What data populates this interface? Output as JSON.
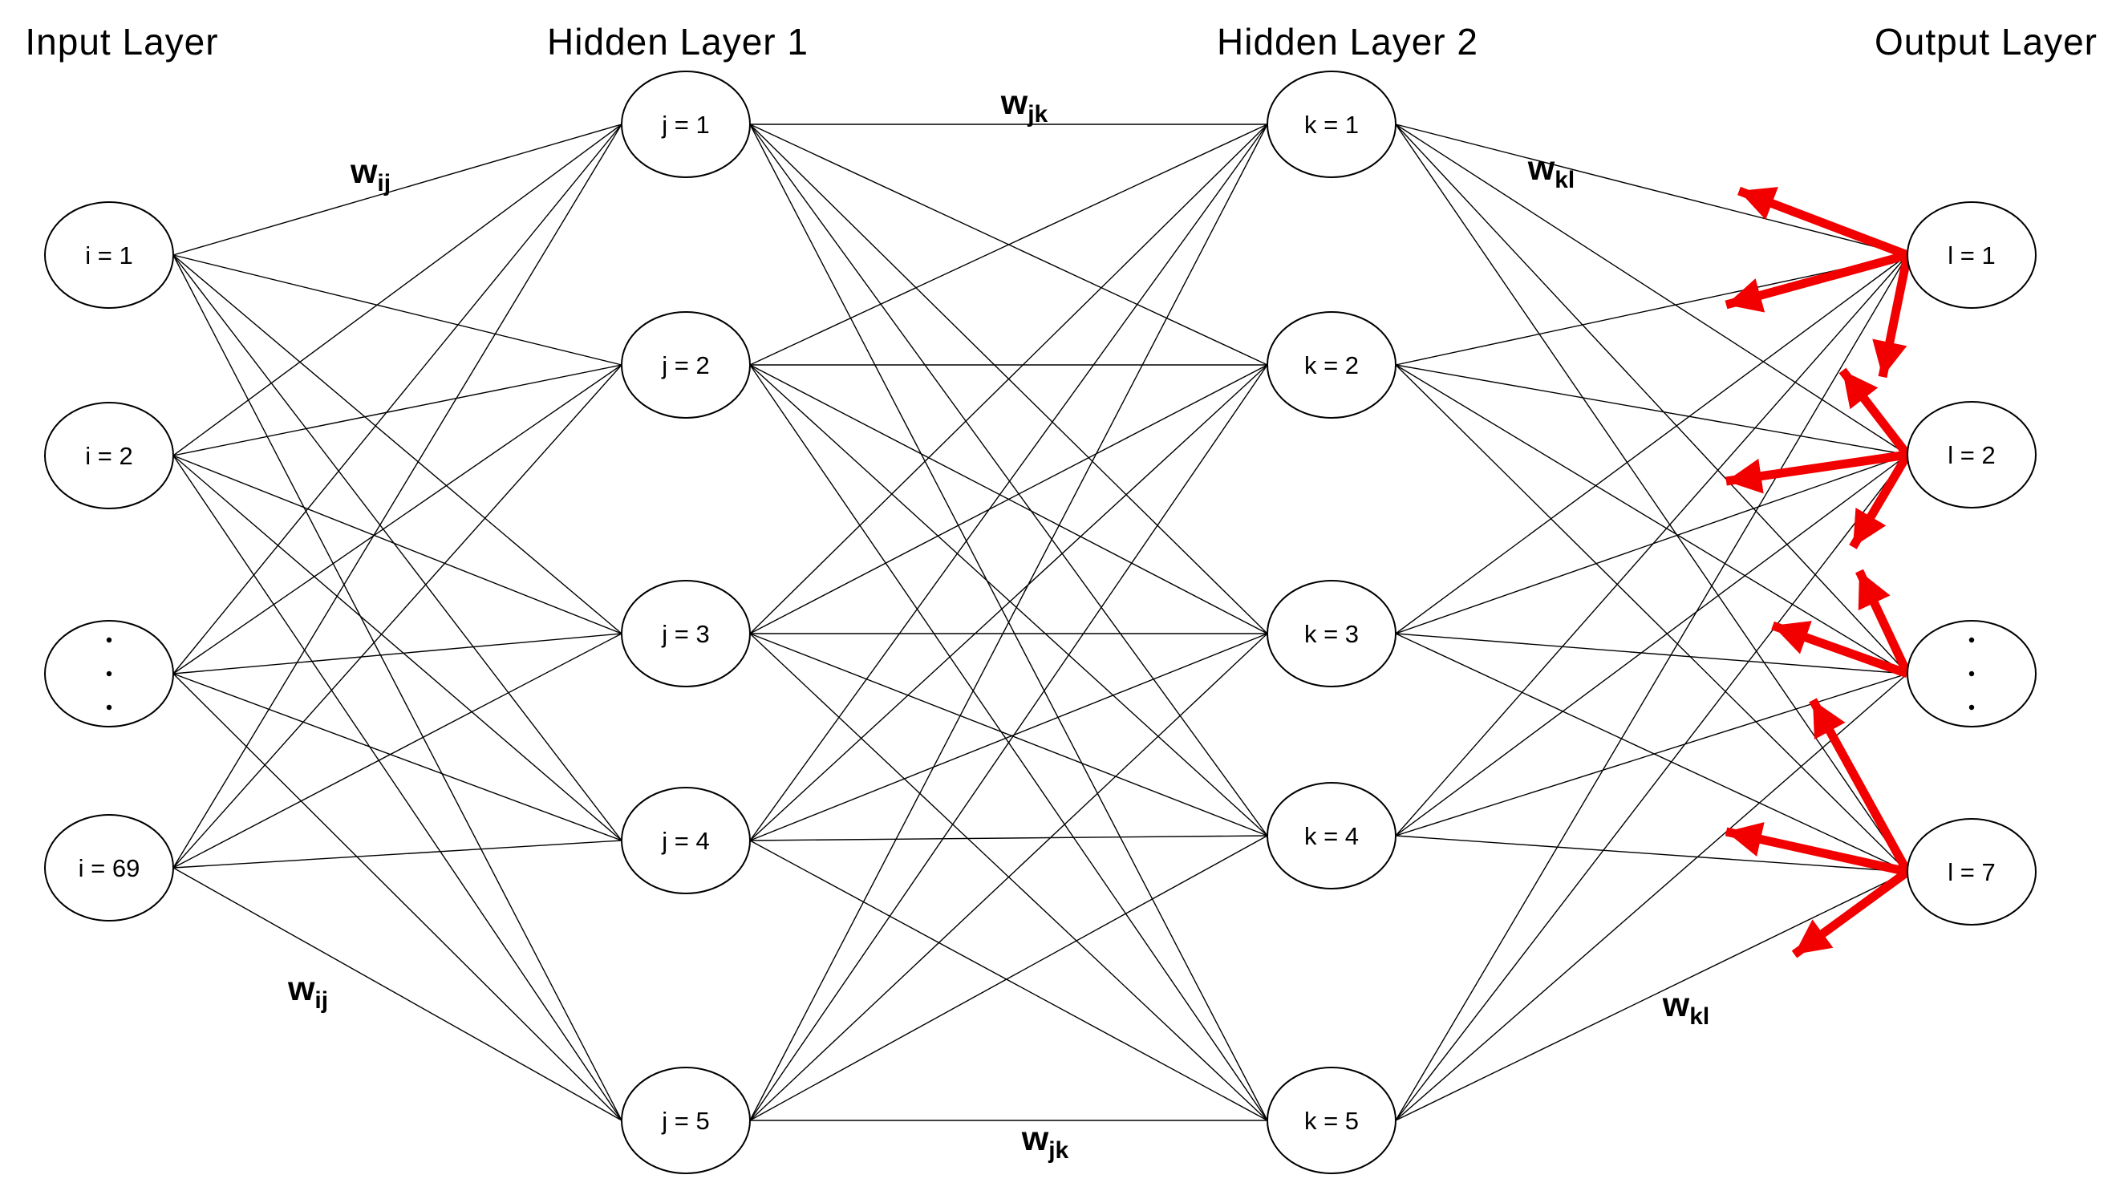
{
  "diagram": {
    "type": "neural-network",
    "background_color": "#FFFFFF",
    "line_color": "#000000",
    "arrow_color": "#F20000",
    "layers": [
      {
        "id": "input",
        "title": "Input Layer",
        "nodes": [
          {
            "label": "i = 1",
            "dots": false
          },
          {
            "label": "i = 2",
            "dots": false
          },
          {
            "label": "...",
            "dots": true
          },
          {
            "label": "i = 69",
            "dots": false
          }
        ]
      },
      {
        "id": "hidden1",
        "title": "Hidden Layer 1",
        "nodes": [
          {
            "label": "j = 1",
            "dots": false
          },
          {
            "label": "j = 2",
            "dots": false
          },
          {
            "label": "j = 3",
            "dots": false
          },
          {
            "label": "j = 4",
            "dots": false
          },
          {
            "label": "j = 5",
            "dots": false
          }
        ]
      },
      {
        "id": "hidden2",
        "title": "Hidden Layer 2",
        "nodes": [
          {
            "label": "k = 1",
            "dots": false
          },
          {
            "label": "k = 2",
            "dots": false
          },
          {
            "label": "k = 3",
            "dots": false
          },
          {
            "label": "k = 4",
            "dots": false
          },
          {
            "label": "k = 5",
            "dots": false
          }
        ]
      },
      {
        "id": "output",
        "title": "Output Layer",
        "nodes": [
          {
            "label": "l = 1",
            "dots": false
          },
          {
            "label": "l = 2",
            "dots": false
          },
          {
            "label": "...",
            "dots": true
          },
          {
            "label": "l = 7",
            "dots": false
          }
        ]
      }
    ],
    "weight_labels": [
      {
        "id": "wij-top",
        "main": "w",
        "sub": "ij"
      },
      {
        "id": "wjk-top",
        "main": "w",
        "sub": "jk"
      },
      {
        "id": "wkl-top",
        "main": "w",
        "sub": "kl"
      },
      {
        "id": "wij-bottom",
        "main": "w",
        "sub": "ij"
      },
      {
        "id": "wjk-bottom",
        "main": "w",
        "sub": "jk"
      },
      {
        "id": "wkl-bottom",
        "main": "w",
        "sub": "kl"
      }
    ],
    "connectivity": "full bipartite between adjacent layers",
    "backprop_arrow_count": 11
  }
}
